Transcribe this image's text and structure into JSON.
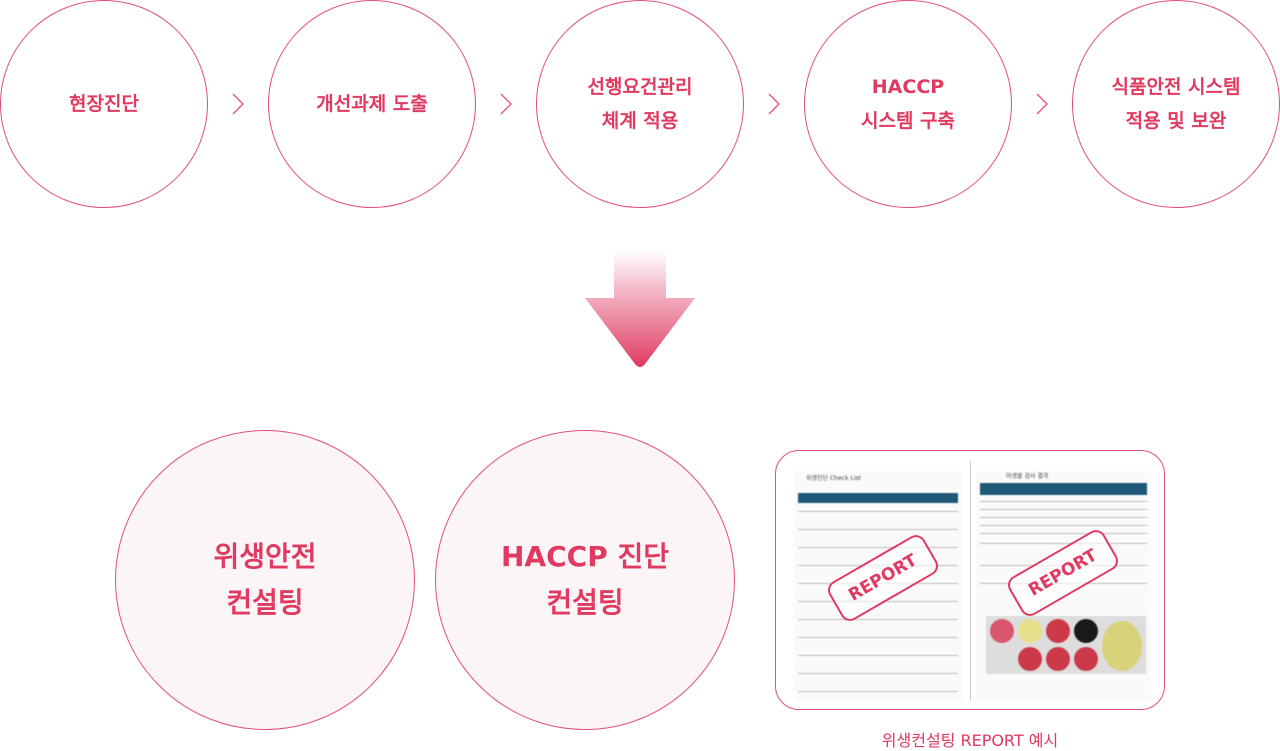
{
  "steps": [
    "현장진단",
    "개선과제 도출",
    "선행요건관리\n체계 적용",
    "HACCP\n시스템 구축",
    "식품안전 시스템\n적용 및 보완"
  ],
  "services": [
    "위생안전\n컨설팅",
    "HACCP 진단\n컨설팅"
  ],
  "report": {
    "left_title": "위생진단 Check List",
    "right_title": "미생물 검사 결과",
    "stamp": "REPORT",
    "caption": "위생컨설팅 REPORT 예시"
  },
  "colors": {
    "accent": "#e03a60",
    "circle_fill": "#fcf5f7"
  }
}
